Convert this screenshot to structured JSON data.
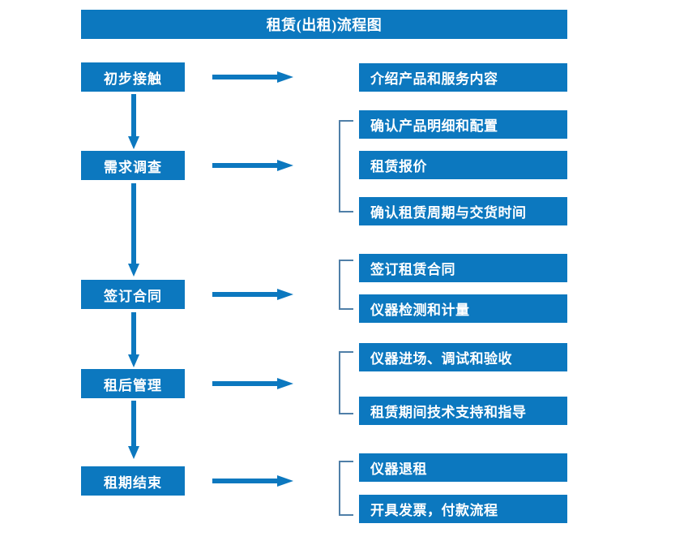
{
  "diagram": {
    "title": "租赁(出租)流程图",
    "colors": {
      "box_blue": "#0c78bf",
      "arrow_blue": "#0c78bf",
      "bracket_blue": "#4f7fa8",
      "text_white": "#ffffff",
      "background": "#ffffff"
    },
    "stages": [
      {
        "label": "初步接触",
        "details": [
          "介绍产品和服务内容"
        ]
      },
      {
        "label": "需求调查",
        "details": [
          "确认产品明细和配置",
          "租赁报价",
          "确认租赁周期与交货时间"
        ]
      },
      {
        "label": "签订合同",
        "details": [
          "签订租赁合同",
          "仪器检测和计量"
        ]
      },
      {
        "label": "租后管理",
        "details": [
          "仪器进场、调试和验收",
          "租赁期间技术支持和指导"
        ]
      },
      {
        "label": "租期结束",
        "details": [
          "仪器退租",
          "开具发票，付款流程"
        ]
      }
    ],
    "icons": {
      "arrow_right": "arrow-right-icon",
      "arrow_down": "arrow-down-icon",
      "bracket": "group-bracket-icon"
    }
  }
}
